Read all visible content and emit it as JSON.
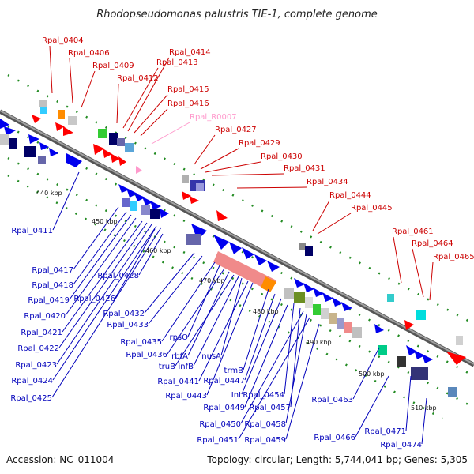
{
  "title": "Rhodopseudomonas palustris TIE-1, complete genome",
  "footer": {
    "accession": "Accession: NC_011004",
    "summary": "Topology: circular; Length: 5,744,041 bp; Genes: 5,305"
  },
  "colors": {
    "forward_label": "#cc0000",
    "reverse_label": "#0000bb",
    "rna_label": "#ff99cc",
    "backbone": "#808080",
    "tick": "#228b22"
  },
  "kbp_labels": [
    "440 kbp",
    "450 kbp",
    "460 kbp",
    "470 kbp",
    "480 kbp",
    "490 kbp",
    "500 kbp",
    "510 kbp"
  ],
  "top_labels": [
    "Rpal_0404",
    "Rpal_0406",
    "Rpal_0409",
    "Rpal_0412",
    "Rpal_0413",
    "Rpal_0414",
    "Rpal_0415",
    "Rpal_0416",
    "Rpal_R0007",
    "Rpal_0427",
    "Rpal_0429",
    "Rpal_0430",
    "Rpal_0431",
    "Rpal_0434",
    "Rpal_0444",
    "Rpal_0445",
    "Rpal_0461",
    "Rpal_0464",
    "Rpal_0465"
  ],
  "bottom_labels": [
    "Rpal_0411",
    "Rpal_0417",
    "Rpal_0418",
    "Rpal_0419",
    "Rpal_0420",
    "Rpal_0421",
    "Rpal_0422",
    "Rpal_0423",
    "Rpal_0424",
    "Rpal_0425",
    "Rpal_0426",
    "Rpal_0428",
    "Rpal_0432",
    "Rpal_0433",
    "Rpal_0435",
    "rpsO",
    "Rpal_0436",
    "rbfA",
    "truB",
    "infB",
    "nusA",
    "Rpal_0441",
    "Rpal_0443",
    "trmB",
    "Rpal_0447",
    "Int",
    "Rpal_0454",
    "Rpal_0449",
    "Rpal_0457",
    "Rpal_0450",
    "Rpal_0458",
    "Rpal_0451",
    "Rpal_0459",
    "Rpal_0463",
    "Rpal_0466",
    "Rpal_0471",
    "Rpal_0474"
  ]
}
